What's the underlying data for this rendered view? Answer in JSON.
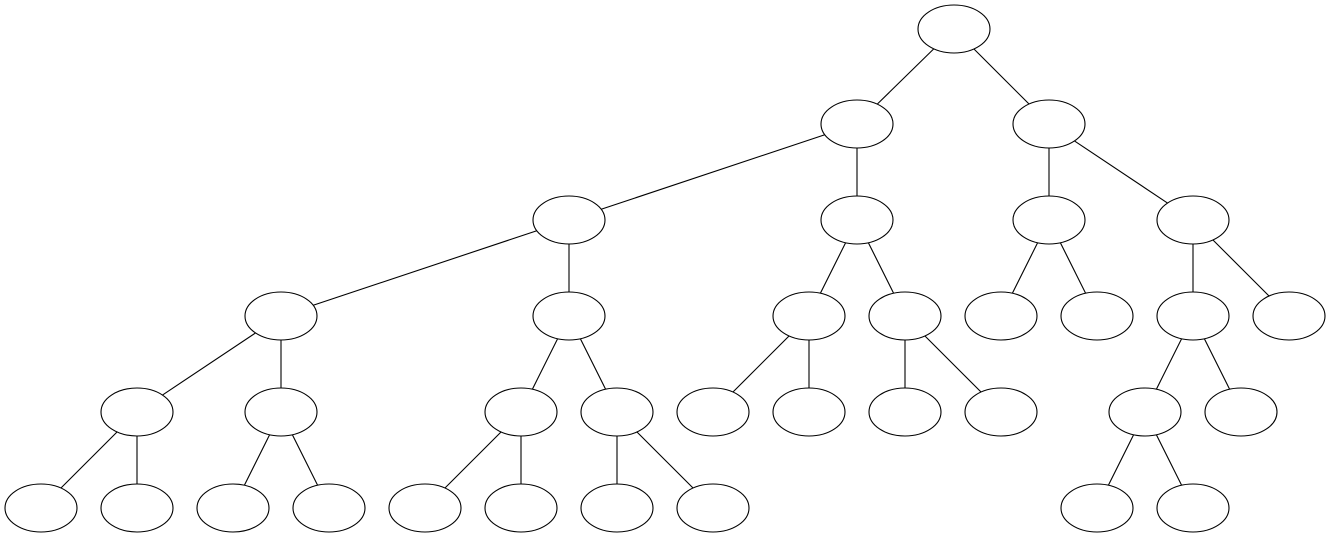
{
  "diagram": {
    "type": "tree",
    "node_labels_visible": false,
    "colors": {
      "stroke": "#000000",
      "fill": "#ffffff",
      "background": "#ffffff"
    },
    "nodes": [
      {
        "id": "n0",
        "label": ""
      },
      {
        "id": "n1",
        "label": ""
      },
      {
        "id": "n2",
        "label": ""
      },
      {
        "id": "n3",
        "label": ""
      },
      {
        "id": "n4",
        "label": ""
      },
      {
        "id": "n5",
        "label": ""
      },
      {
        "id": "n6",
        "label": ""
      },
      {
        "id": "n7",
        "label": ""
      },
      {
        "id": "n8",
        "label": ""
      },
      {
        "id": "n9",
        "label": ""
      },
      {
        "id": "n10",
        "label": ""
      },
      {
        "id": "n11",
        "label": ""
      },
      {
        "id": "n12",
        "label": ""
      },
      {
        "id": "n13",
        "label": ""
      },
      {
        "id": "n14",
        "label": ""
      },
      {
        "id": "n15",
        "label": ""
      },
      {
        "id": "n16",
        "label": ""
      },
      {
        "id": "n17",
        "label": ""
      },
      {
        "id": "n18",
        "label": ""
      },
      {
        "id": "n19",
        "label": ""
      },
      {
        "id": "n20",
        "label": ""
      },
      {
        "id": "n21",
        "label": ""
      },
      {
        "id": "n22",
        "label": ""
      },
      {
        "id": "n23",
        "label": ""
      },
      {
        "id": "n24",
        "label": ""
      },
      {
        "id": "n25",
        "label": ""
      },
      {
        "id": "n26",
        "label": ""
      },
      {
        "id": "n27",
        "label": ""
      },
      {
        "id": "n28",
        "label": ""
      },
      {
        "id": "n29",
        "label": ""
      },
      {
        "id": "n30",
        "label": ""
      },
      {
        "id": "n31",
        "label": ""
      },
      {
        "id": "n32",
        "label": ""
      },
      {
        "id": "n33",
        "label": ""
      },
      {
        "id": "n34",
        "label": ""
      }
    ],
    "edges": [
      [
        "n0",
        "n1"
      ],
      [
        "n0",
        "n2"
      ],
      [
        "n1",
        "n3"
      ],
      [
        "n1",
        "n4"
      ],
      [
        "n2",
        "n5"
      ],
      [
        "n2",
        "n6"
      ],
      [
        "n3",
        "n7"
      ],
      [
        "n3",
        "n8"
      ],
      [
        "n4",
        "n9"
      ],
      [
        "n4",
        "n10"
      ],
      [
        "n5",
        "n11"
      ],
      [
        "n5",
        "n12"
      ],
      [
        "n6",
        "n13"
      ],
      [
        "n6",
        "n14"
      ],
      [
        "n7",
        "n15"
      ],
      [
        "n7",
        "n16"
      ],
      [
        "n8",
        "n17"
      ],
      [
        "n8",
        "n18"
      ],
      [
        "n9",
        "n19"
      ],
      [
        "n9",
        "n20"
      ],
      [
        "n10",
        "n21"
      ],
      [
        "n10",
        "n22"
      ],
      [
        "n13",
        "n23"
      ],
      [
        "n13",
        "n24"
      ],
      [
        "n15",
        "n25"
      ],
      [
        "n15",
        "n26"
      ],
      [
        "n16",
        "n27"
      ],
      [
        "n16",
        "n28"
      ],
      [
        "n17",
        "n29"
      ],
      [
        "n17",
        "n30"
      ],
      [
        "n18",
        "n31"
      ],
      [
        "n18",
        "n32"
      ],
      [
        "n23",
        "n33"
      ],
      [
        "n23",
        "n34"
      ]
    ]
  }
}
